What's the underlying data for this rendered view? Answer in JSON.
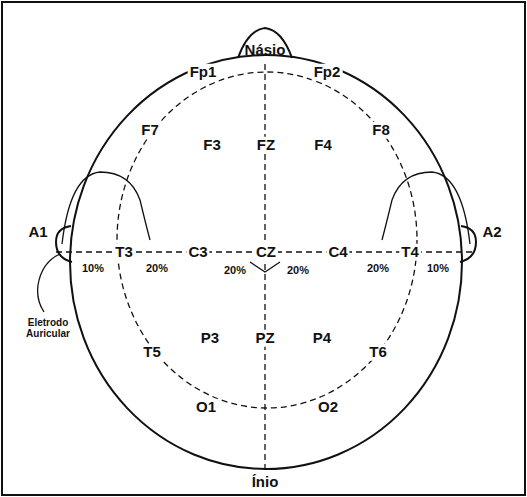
{
  "diagram": {
    "labels": [
      "Násio",
      "Fp1",
      "Fp2",
      "F7",
      "F3",
      "FZ",
      "F4",
      "F8",
      "A1",
      "T3",
      "C3",
      "CZ",
      "C4",
      "T4",
      "A2",
      "10%",
      "20%",
      "20%",
      "20%",
      "20%",
      "10%",
      "Eletrodo Auricular",
      "T5",
      "P3",
      "PZ",
      "P4",
      "T6",
      "O1",
      "O2",
      "Ínio"
    ]
  }
}
